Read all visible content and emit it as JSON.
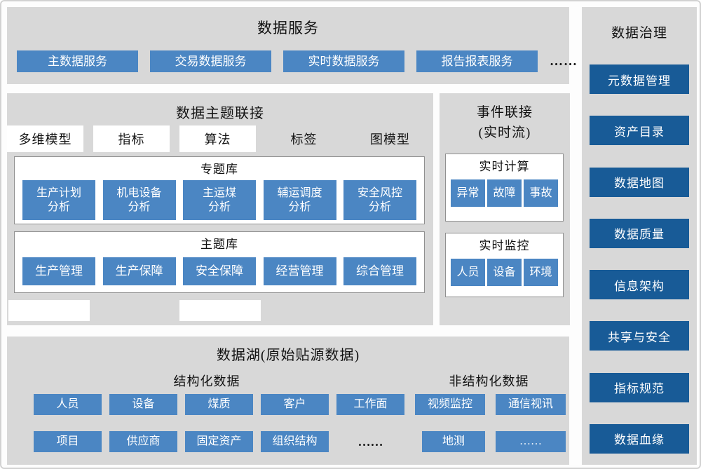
{
  "colors": {
    "panel_gray": "#d8d8d8",
    "node_blue": "#4b86c3",
    "governance_blue": "#185b97"
  },
  "data_services": {
    "title": "数据服务",
    "items": [
      "主数据服务",
      "交易数据服务",
      "实时数据服务",
      "报告报表服务"
    ],
    "more": "……"
  },
  "topic_connection": {
    "title": "数据主题联接",
    "tabs": [
      "多维模型",
      "指标",
      "算法",
      "标签",
      "图模型"
    ],
    "special_library": {
      "title": "专题库",
      "items": [
        "生产计划\n分析",
        "机电设备\n分析",
        "主运煤\n分析",
        "辅运调度\n分析",
        "安全风控\n分析"
      ]
    },
    "theme_library": {
      "title": "主题库",
      "items": [
        "生产管理",
        "生产保障",
        "安全保障",
        "经营管理",
        "综合管理"
      ]
    }
  },
  "event_connection": {
    "title_line1": "事件联接",
    "title_line2": "(实时流)",
    "realtime_computing": {
      "title": "实时计算",
      "items": [
        "异常",
        "故障",
        "事故"
      ]
    },
    "realtime_monitoring": {
      "title": "实时监控",
      "items": [
        "人员",
        "设备",
        "环境"
      ]
    }
  },
  "data_lake": {
    "title": "数据湖(原始贴源数据)",
    "structured": {
      "title": "结构化数据",
      "row1": [
        "人员",
        "设备",
        "煤质",
        "客户",
        "工作面"
      ],
      "row2": [
        "项目",
        "供应商",
        "固定资产",
        "组织结构"
      ],
      "more": "……"
    },
    "unstructured": {
      "title": "非结构化数据",
      "row1": [
        "视频监控",
        "通信视讯"
      ],
      "row2": [
        "地测",
        "……"
      ]
    }
  },
  "data_governance": {
    "title": "数据治理",
    "items": [
      "元数据管理",
      "资产目录",
      "数据地图",
      "数据质量",
      "信息架构",
      "共享与安全",
      "指标规范",
      "数据血缘"
    ]
  }
}
